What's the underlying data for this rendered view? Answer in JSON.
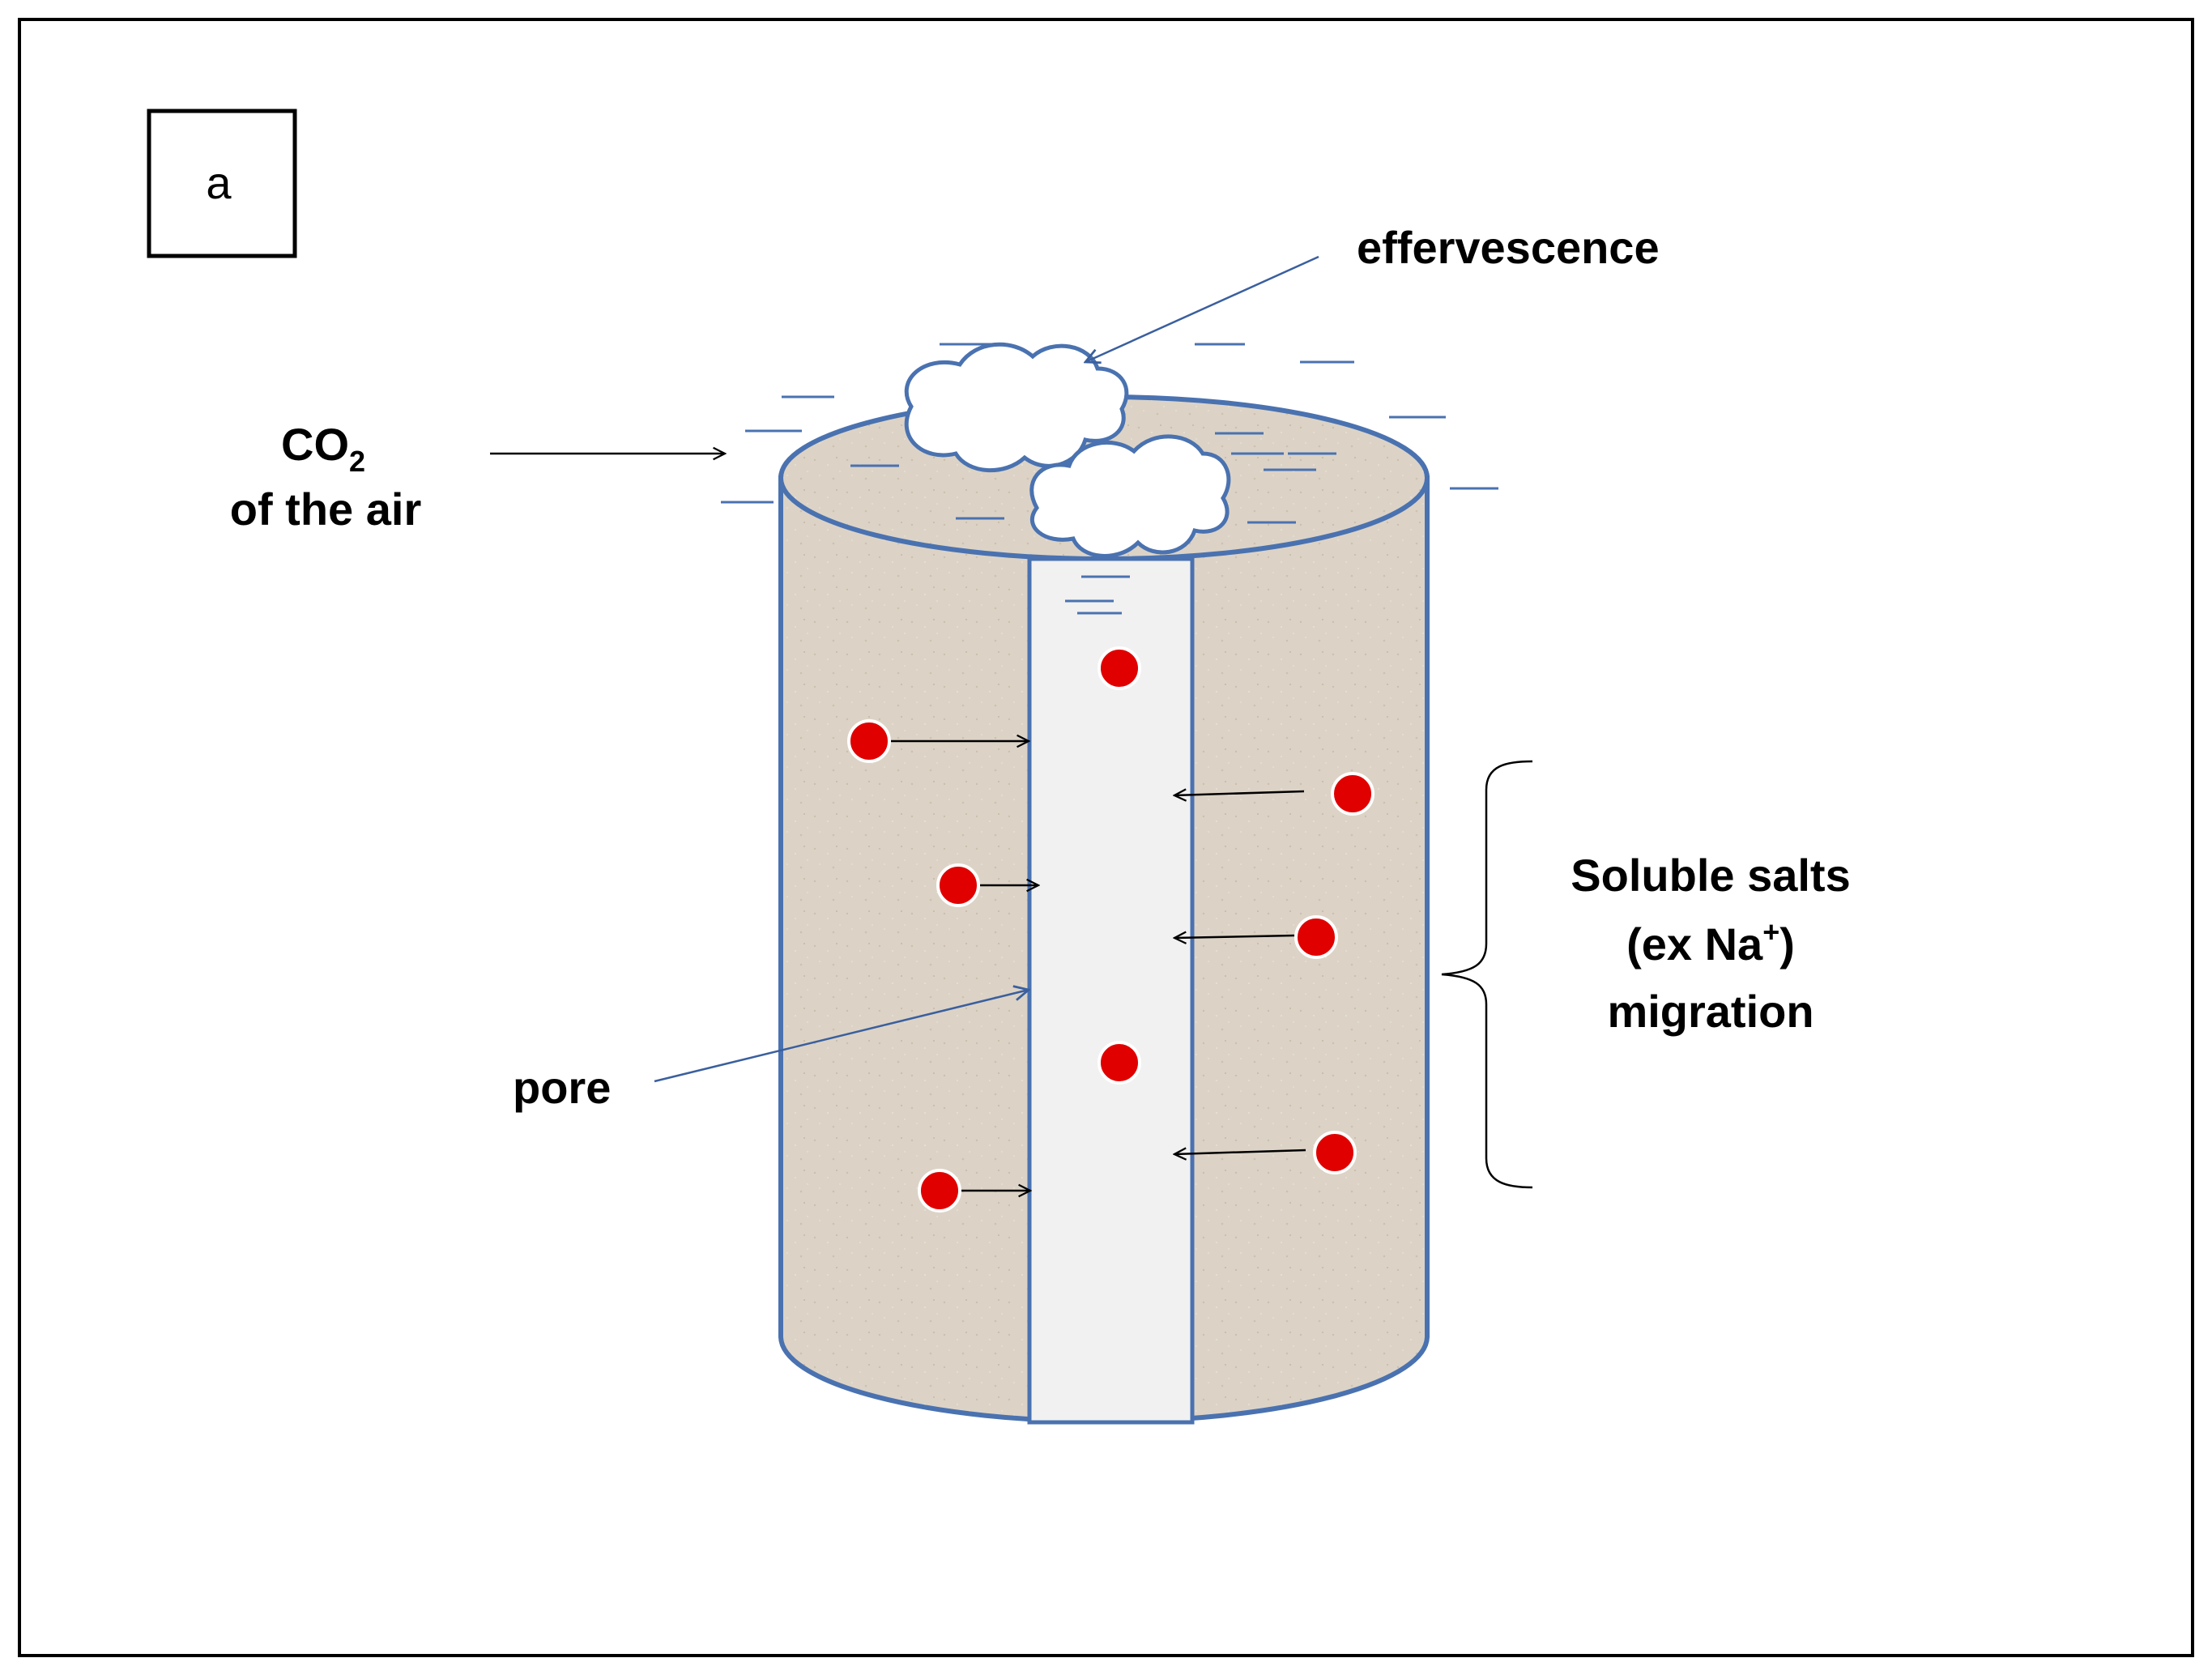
{
  "panel_label": "a",
  "labels": {
    "effervescence": "effervescence",
    "co2_main": "CO",
    "co2_sub": "2",
    "co2_line2": "of the air",
    "pore": "pore",
    "salts_line1": "Soluble salts",
    "salts_line2_main": "(ex Na",
    "salts_line2_sup": "+",
    "salts_line2_close": ")",
    "salts_line3": "migration"
  },
  "colors": {
    "frame": "#000000",
    "cylinder_fill": "#dcd3c6",
    "cylinder_stroke": "#4a72b0",
    "pore_fill": "#f1f1f1",
    "salt_dot": "#e00000",
    "dash": "#4a72b0",
    "cloud_stroke": "#4a72b0"
  },
  "icons": {
    "dots": "red-circle",
    "effervescence": "cloud-icon"
  }
}
